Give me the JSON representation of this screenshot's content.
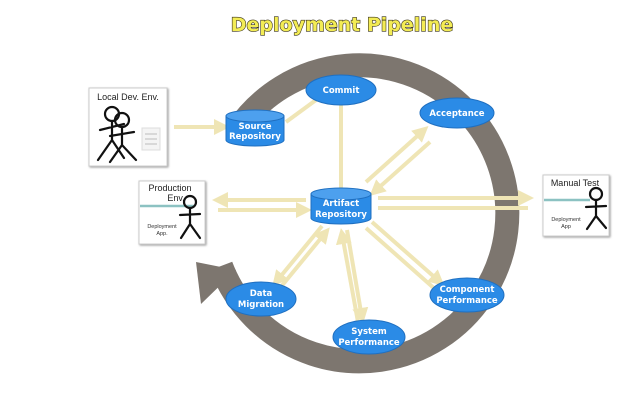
{
  "title": "Deployment Pipeline",
  "nodes": {
    "commit": [
      "Commit"
    ],
    "source_repository": [
      "Source",
      "Repository"
    ],
    "acceptance": [
      "Acceptance"
    ],
    "artifact_repository": [
      "Artifact",
      "Repository"
    ],
    "data_migration": [
      "Data",
      "Migration"
    ],
    "system_performance": [
      "System",
      "Performance"
    ],
    "component_performance": [
      "Component",
      "Performance"
    ]
  },
  "environments": {
    "local_dev": {
      "label": "Local Dev. Env."
    },
    "production": {
      "label": [
        "Production",
        "Env."
      ],
      "app": [
        "Deployment",
        "App."
      ]
    },
    "manual_test": {
      "label": "Manual Test",
      "app": [
        "Deployment",
        "App"
      ]
    }
  },
  "colors": {
    "node": "#2b8be6",
    "ring": "#7d766f",
    "connector": "#efe5b5",
    "title": "#f3ec55"
  }
}
